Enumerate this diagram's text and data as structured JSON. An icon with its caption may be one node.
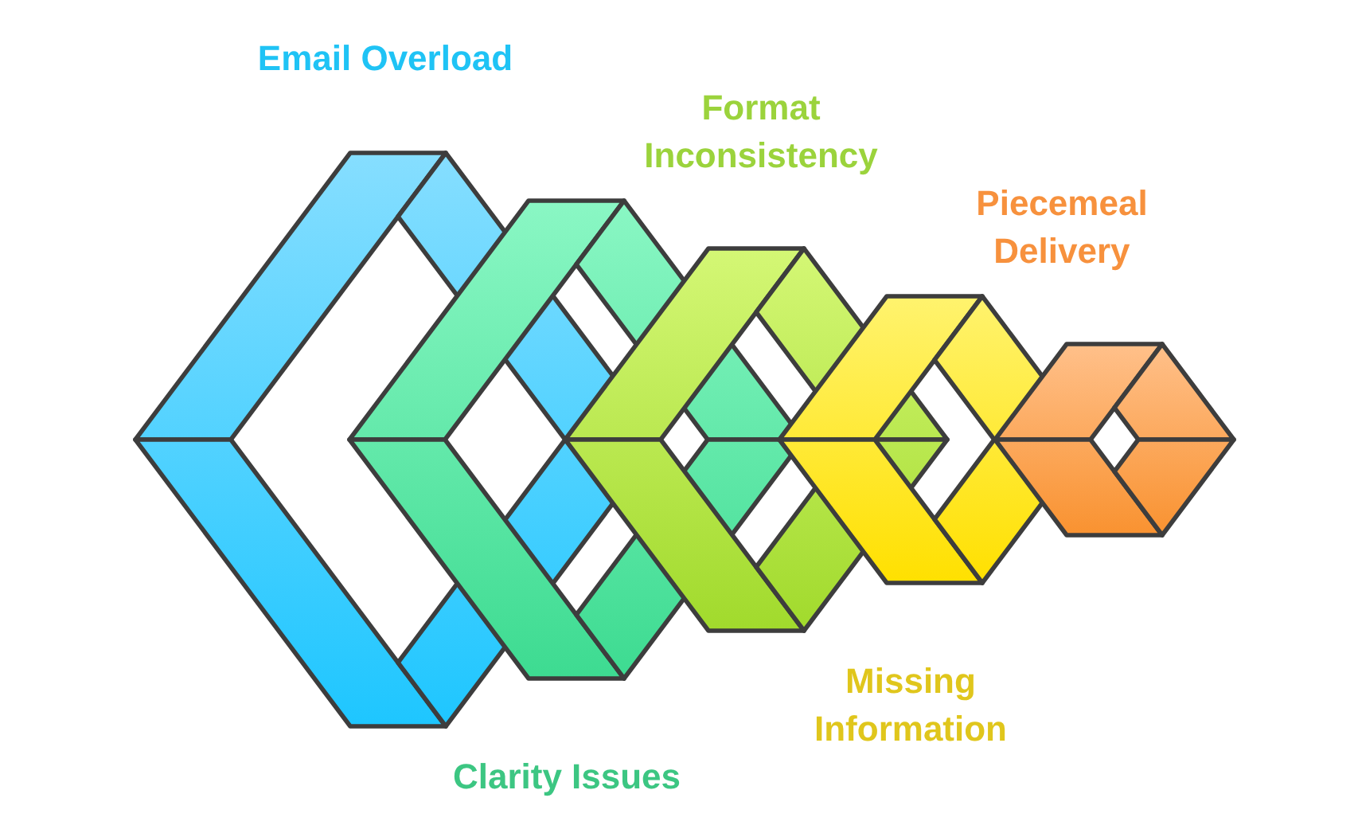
{
  "diagram": {
    "nodes": [
      {
        "text": [
          "Email Overload"
        ]
      },
      {
        "text": [
          "Clarity Issues"
        ]
      },
      {
        "text": [
          "Format Inconsistency"
        ]
      },
      {
        "text": [
          "Missing Information"
        ]
      },
      {
        "text": [
          "Piecemeal Delivery"
        ]
      }
    ]
  }
}
